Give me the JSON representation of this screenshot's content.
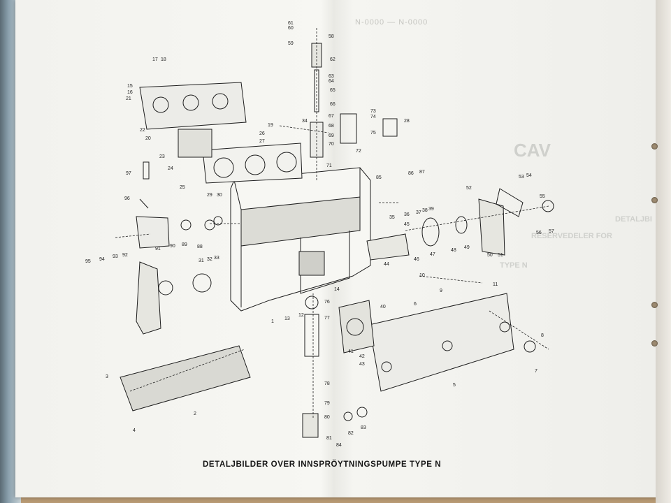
{
  "document": {
    "caption": "DETALJBILDER OVER INNSPRÖYTNINGSPUMPE TYPE N",
    "header_faint": "N-0000 — N-0000",
    "bleed_through": {
      "brand": "CAV",
      "line1": "DETALJBI",
      "line2": "RESERVEDELER FOR",
      "line3": "TYPE N"
    }
  },
  "part_numbers": [
    "1",
    "2",
    "3",
    "4",
    "5",
    "6",
    "7",
    "8",
    "9",
    "10",
    "11",
    "12",
    "13",
    "14",
    "15",
    "16",
    "17",
    "18",
    "19",
    "20",
    "21",
    "22",
    "23",
    "24",
    "25",
    "26",
    "27",
    "28",
    "29",
    "30",
    "31",
    "32",
    "33",
    "34",
    "35",
    "36",
    "37",
    "38",
    "39",
    "40",
    "41",
    "42",
    "43",
    "44",
    "45",
    "46",
    "47",
    "48",
    "49",
    "50",
    "51",
    "52",
    "53",
    "54",
    "55",
    "56",
    "57",
    "58",
    "59",
    "60",
    "61",
    "62",
    "63",
    "64",
    "65",
    "66",
    "67",
    "68",
    "69",
    "70",
    "71",
    "72",
    "73",
    "74",
    "75",
    "76",
    "77",
    "78",
    "79",
    "80",
    "81",
    "82",
    "83",
    "84",
    "85",
    "86",
    "87",
    "88",
    "89",
    "90",
    "91",
    "92",
    "93",
    "94",
    "95",
    "96",
    "97"
  ],
  "colors": {
    "paper": "#f4f4f0",
    "ink": "#1e1e1e",
    "table": "#b89a74"
  }
}
